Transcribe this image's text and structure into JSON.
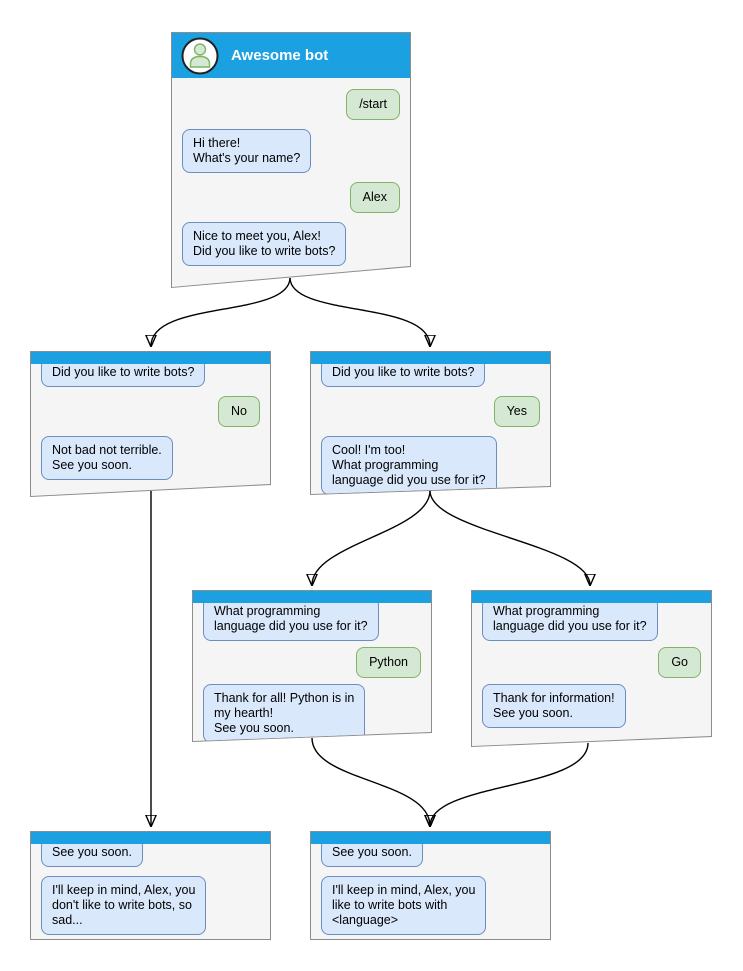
{
  "diagram_type": "chatbot-conversation-flow",
  "colors": {
    "header-blue": "#1ba1e2",
    "window-fill": "#f5f5f5",
    "window-border": "#8c8c8c",
    "bot-bubble-fill": "#dae8fc",
    "bot-bubble-border": "#6c8ebf",
    "user-bubble-fill": "#d5e8d4",
    "user-bubble-border": "#82b366",
    "arrow-color": "#000000"
  },
  "windows": [
    {
      "id": "awesome-bot",
      "title": "Awesome bot",
      "avatar": "person-icon",
      "messages": [
        {
          "from": "user",
          "text": "/start"
        },
        {
          "from": "bot",
          "text": "Hi there!\nWhat's your name?"
        },
        {
          "from": "user",
          "text": "Alex"
        },
        {
          "from": "bot",
          "text": "Nice to meet you, Alex!\nDid you like to write bots?"
        }
      ]
    },
    {
      "id": "branch-no",
      "messages": [
        {
          "from": "bot",
          "text": "Did you like to write bots?"
        },
        {
          "from": "user",
          "text": "No"
        },
        {
          "from": "bot",
          "text": "Not bad not terrible.\nSee you soon."
        }
      ]
    },
    {
      "id": "branch-yes",
      "messages": [
        {
          "from": "bot",
          "text": "Did you like to write bots?"
        },
        {
          "from": "user",
          "text": "Yes"
        },
        {
          "from": "bot",
          "text": "Cool! I'm too!\nWhat programming\nlanguage did you use for it?"
        }
      ]
    },
    {
      "id": "branch-python",
      "messages": [
        {
          "from": "bot",
          "text": "What programming\nlanguage did you use for it?"
        },
        {
          "from": "user",
          "text": "Python"
        },
        {
          "from": "bot",
          "text": "Thank for all! Python is in\nmy hearth!\nSee you soon."
        }
      ]
    },
    {
      "id": "branch-go",
      "messages": [
        {
          "from": "bot",
          "text": "What programming\nlanguage did you use for it?"
        },
        {
          "from": "user",
          "text": "Go"
        },
        {
          "from": "bot",
          "text": "Thank for information!\nSee you soon."
        }
      ]
    },
    {
      "id": "end-negative",
      "messages": [
        {
          "from": "bot",
          "text": "See you soon."
        },
        {
          "from": "bot",
          "text": "I'll keep in mind, Alex, you\ndon't like to write bots, so\nsad..."
        }
      ]
    },
    {
      "id": "end-positive",
      "messages": [
        {
          "from": "bot",
          "text": "See you soon."
        },
        {
          "from": "bot",
          "text": "I'll keep in mind, Alex, you\nlike to write bots with\n<language>"
        }
      ]
    }
  ],
  "edges": [
    {
      "from": "awesome-bot",
      "to": "branch-no"
    },
    {
      "from": "awesome-bot",
      "to": "branch-yes"
    },
    {
      "from": "branch-yes",
      "to": "branch-python"
    },
    {
      "from": "branch-yes",
      "to": "branch-go"
    },
    {
      "from": "branch-no",
      "to": "end-negative"
    },
    {
      "from": "branch-python",
      "to": "end-positive"
    },
    {
      "from": "branch-go",
      "to": "end-positive"
    }
  ]
}
